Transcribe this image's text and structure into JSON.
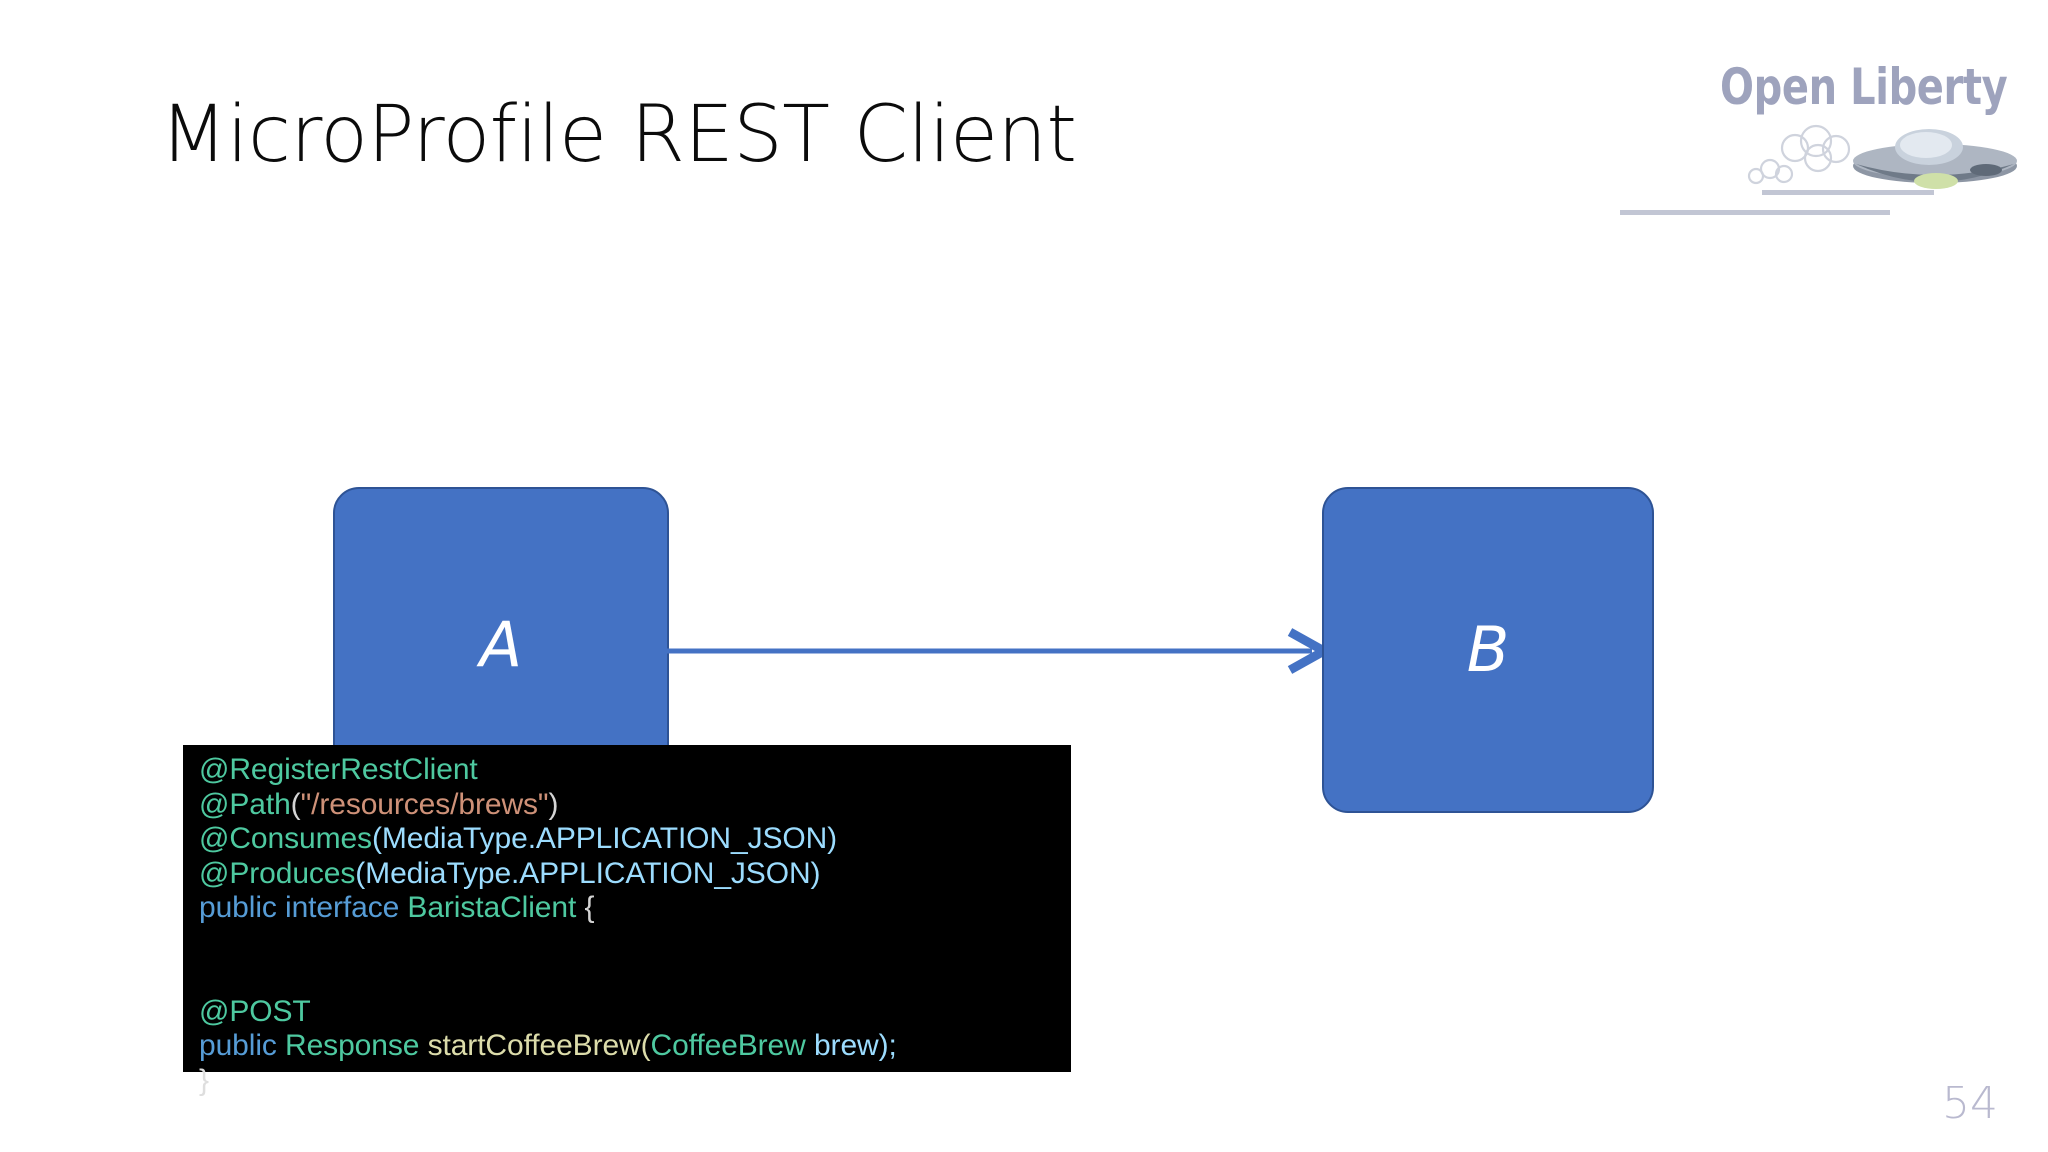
{
  "slide": {
    "title": "MicroProfile REST Client",
    "page_number": "54",
    "background_color": "#ffffff"
  },
  "logo": {
    "wordmark": "Open Liberty",
    "wordmark_color": "#9ea3bd",
    "art_name": "spaceship-with-clouds-and-speed-lines"
  },
  "diagram": {
    "accent_color": "#4472c4",
    "border_color": "#2e5395",
    "nodes": [
      {
        "id": "a",
        "label": "A"
      },
      {
        "id": "b",
        "label": "B"
      }
    ],
    "arrow": {
      "from": "A",
      "to": "B",
      "color": "#4472c4",
      "style": "solid-line-open-arrowhead"
    }
  },
  "code": {
    "background_color": "#000000",
    "language": "java",
    "colors": {
      "annotation": "#4ec9a0",
      "string": "#ce9178",
      "type": "#9cdcfe",
      "keyword": "#569cd6",
      "class": "#4ec9a0",
      "function": "#dcdcaa",
      "variable": "#9cdcfe",
      "punctuation": "#d4d4d4"
    },
    "lines": [
      [
        {
          "t": "@RegisterRestClient",
          "c": "ann"
        }
      ],
      [
        {
          "t": "@Path",
          "c": "ann"
        },
        {
          "t": "(",
          "c": "punc"
        },
        {
          "t": "\"/resources/brews\"",
          "c": "str"
        },
        {
          "t": ")",
          "c": "punc"
        }
      ],
      [
        {
          "t": "@Consumes",
          "c": "ann"
        },
        {
          "t": "(MediaType.APPLICATION_JSON)",
          "c": "type"
        }
      ],
      [
        {
          "t": "@Produces",
          "c": "ann"
        },
        {
          "t": "(MediaType.APPLICATION_JSON)",
          "c": "type"
        }
      ],
      [
        {
          "t": "public interface ",
          "c": "kw"
        },
        {
          "t": "BaristaClient",
          "c": "cls"
        },
        {
          "t": " {",
          "c": "punc"
        }
      ],
      [
        {
          "t": "",
          "c": "punc"
        }
      ],
      [
        {
          "t": "",
          "c": "punc"
        }
      ],
      [
        {
          "t": "@POST",
          "c": "ann"
        }
      ],
      [
        {
          "t": "public ",
          "c": "kw"
        },
        {
          "t": "Response",
          "c": "cls"
        },
        {
          "t": " ",
          "c": "punc"
        },
        {
          "t": "startCoffeeBrew",
          "c": "fn"
        },
        {
          "t": "(",
          "c": "fn"
        },
        {
          "t": "CoffeeBrew",
          "c": "cls"
        },
        {
          "t": " ",
          "c": "punc"
        },
        {
          "t": "brew",
          "c": "var"
        },
        {
          "t": ");",
          "c": "type"
        }
      ]
    ],
    "trailing_brace": "}"
  }
}
